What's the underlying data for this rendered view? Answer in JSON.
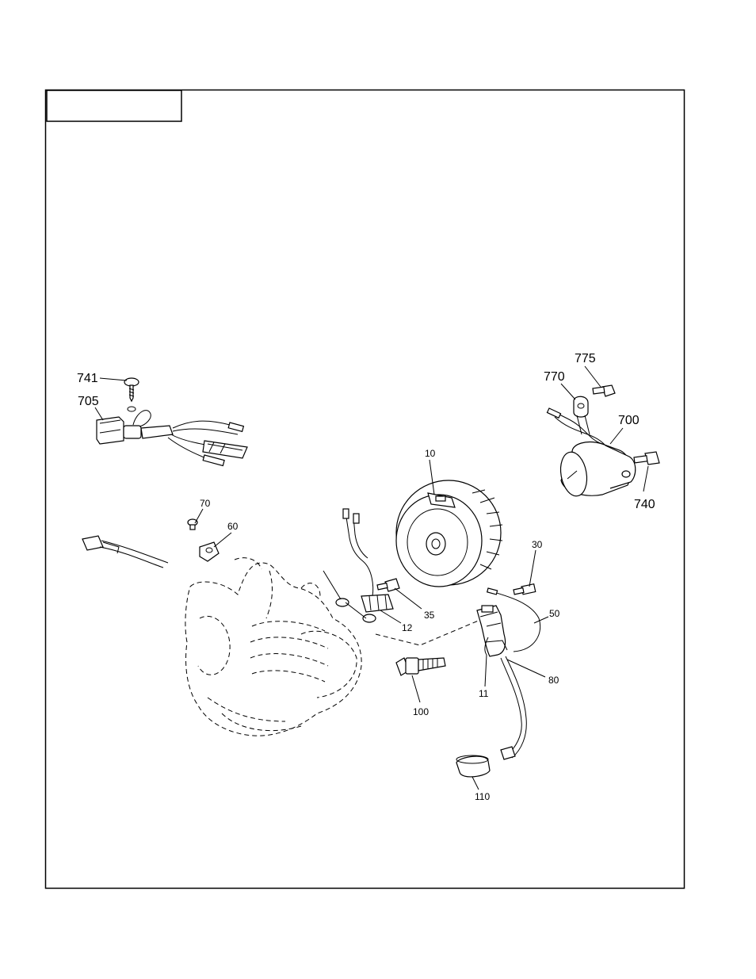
{
  "callouts": [
    {
      "id": "741",
      "text": "741"
    },
    {
      "id": "705",
      "text": "705"
    },
    {
      "id": "775",
      "text": "775"
    },
    {
      "id": "770",
      "text": "770"
    },
    {
      "id": "700",
      "text": "700"
    },
    {
      "id": "740",
      "text": "740"
    },
    {
      "id": "10",
      "text": "10"
    },
    {
      "id": "70",
      "text": "70"
    },
    {
      "id": "60",
      "text": "60"
    },
    {
      "id": "30",
      "text": "30"
    },
    {
      "id": "35",
      "text": "35"
    },
    {
      "id": "12",
      "text": "12"
    },
    {
      "id": "50",
      "text": "50"
    },
    {
      "id": "80",
      "text": "80"
    },
    {
      "id": "11",
      "text": "11"
    },
    {
      "id": "100",
      "text": "100"
    },
    {
      "id": "110",
      "text": "110"
    }
  ]
}
